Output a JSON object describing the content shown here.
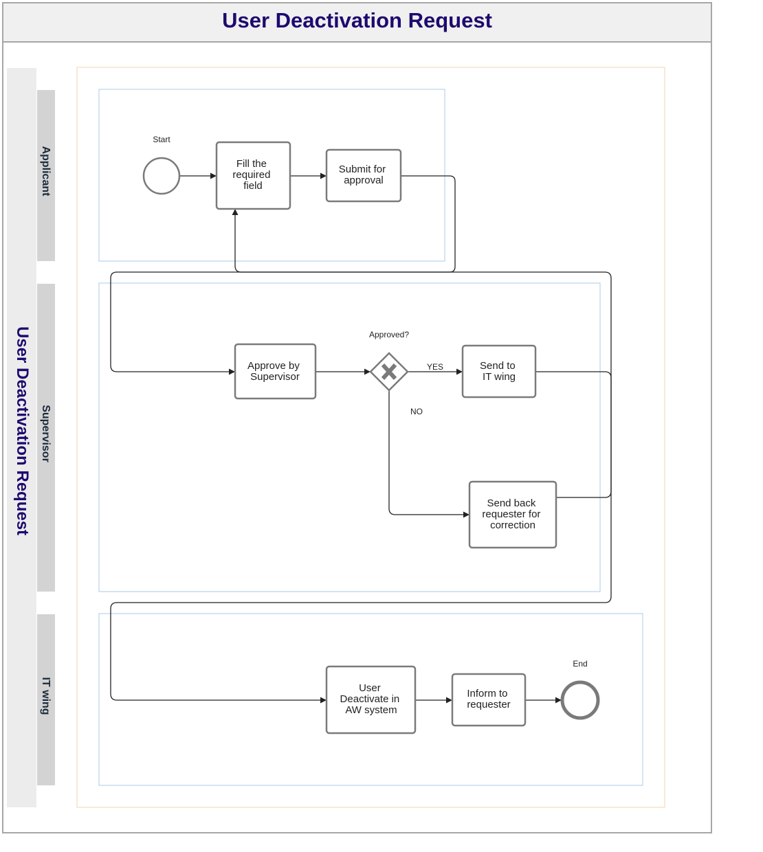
{
  "title": "User Deactivation Request",
  "pool": {
    "label": "User Deactivation Request"
  },
  "lanes": [
    {
      "label": "Applicant"
    },
    {
      "label": "Supervisor"
    },
    {
      "label": "IT wing"
    }
  ],
  "events": {
    "start": {
      "label": "Start"
    },
    "end": {
      "label": "End"
    }
  },
  "tasks": {
    "fill_fields": [
      "Fill the",
      "required",
      "field"
    ],
    "submit_approval": [
      "Submit for",
      "approval"
    ],
    "approve_supervisor": [
      "Approve by",
      "Supervisor"
    ],
    "send_it_wing": [
      "Send to",
      "IT wing"
    ],
    "send_back": [
      "Send back",
      "requester for",
      "correction"
    ],
    "user_deactivate": [
      "User",
      "Deactivate in",
      "AW system"
    ],
    "inform_requester": [
      "Inform to",
      "requester"
    ]
  },
  "gateway": {
    "label": "Approved?",
    "yes_label": "YES",
    "no_label": "NO",
    "icon": "exclusive-gateway-x-icon"
  },
  "colors": {
    "title": "#1e0a6e",
    "task_border": "#7a7a7a",
    "lane_bar": "#d3d3d3",
    "lane_border": "#a8cbe8",
    "pool_border": "#f5d3b0"
  }
}
